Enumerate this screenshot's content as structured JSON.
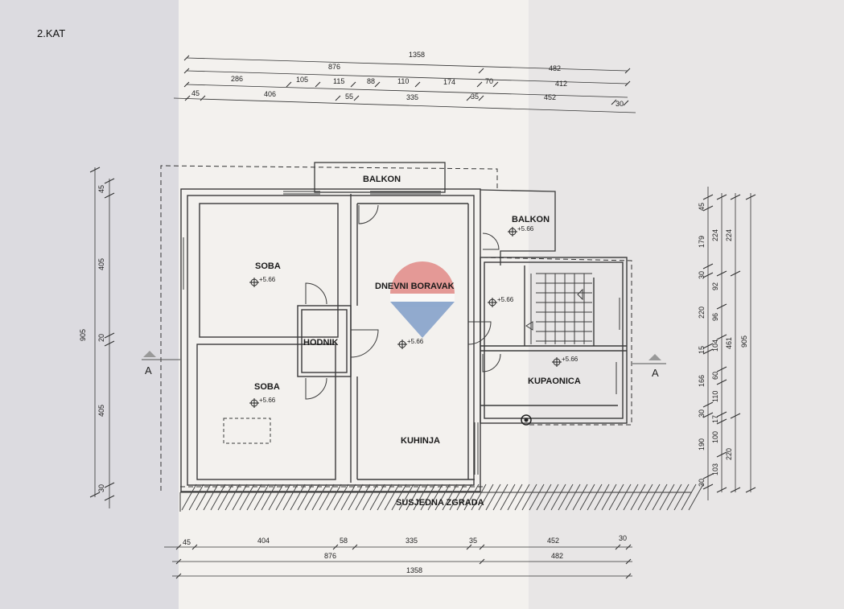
{
  "title": "2.KAT",
  "rooms": {
    "balkon_top": "BALKON",
    "balkon_right": "BALKON",
    "soba_1": "SOBA",
    "soba_2": "SOBA",
    "hodnik": "HODNIK",
    "dnevni_boravak": "DNEVNI BORAVAK",
    "kuhinja": "KUHINJA",
    "kupaonica": "KUPAONICA",
    "susjedna_zgrada": "SUSJEDNA ZGRADA"
  },
  "levels": {
    "balkon": "+5.66",
    "soba_1": "+5.66",
    "soba_2": "+5.66",
    "boravak": "+5.66",
    "stair": "+5.66",
    "kupaonica": "+5.66"
  },
  "section_marks": {
    "left": "A",
    "right": "A"
  },
  "dims_top": {
    "row1": [
      "1358"
    ],
    "row2": [
      "876",
      "482"
    ],
    "row3": [
      "286",
      "105",
      "115",
      "88",
      "110",
      "174",
      "70",
      "412"
    ],
    "row4": [
      "45",
      "406",
      "55",
      "335",
      "35",
      "452",
      "30"
    ]
  },
  "dims_bottom": {
    "row1": [
      "45",
      "404",
      "58",
      "335",
      "35",
      "452",
      "30"
    ],
    "row2": [
      "876",
      "482"
    ],
    "row3": [
      "1358"
    ]
  },
  "dims_left": {
    "outer": "905",
    "inner": [
      "45",
      "405",
      "20",
      "405",
      "30"
    ]
  },
  "dims_right": {
    "col1": [
      "45",
      "179",
      "30",
      "220",
      "15",
      "166",
      "30",
      "190",
      "30"
    ],
    "col2": [
      "224",
      "92",
      "96",
      "104",
      "60",
      "110",
      "17",
      "100",
      "103"
    ],
    "col3": [
      "224",
      "461",
      "220"
    ],
    "col4": [
      "905"
    ]
  },
  "colors": {
    "wall": "#3a3a3a",
    "logo_red": "#d9534f",
    "logo_blue": "#3f6fb5"
  }
}
